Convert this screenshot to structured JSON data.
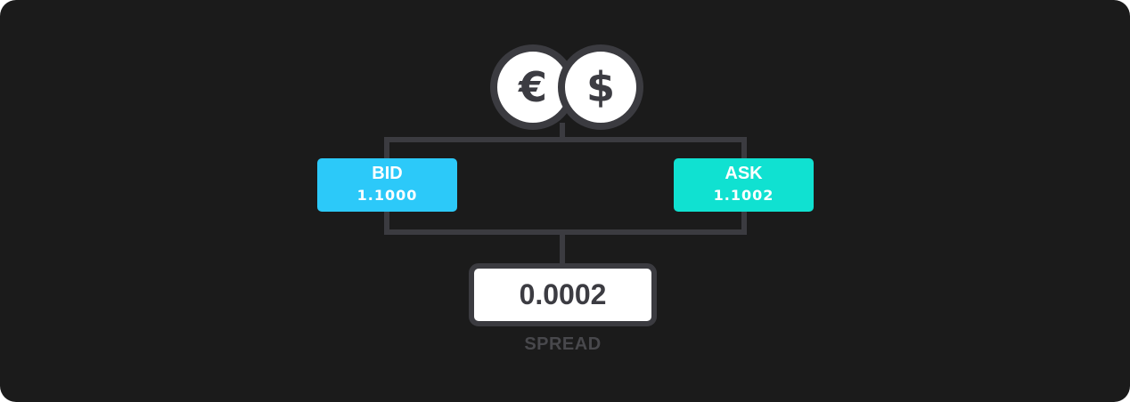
{
  "currency_pair": {
    "base_symbol": "€",
    "base_icon": "euro-icon",
    "quote_symbol": "$",
    "quote_icon": "dollar-icon"
  },
  "bid": {
    "label": "BID",
    "price": "1.1000"
  },
  "ask": {
    "label": "ASK",
    "price": "1.1002"
  },
  "spread": {
    "value": "0.0002",
    "label": "SPREAD"
  },
  "colors": {
    "background": "#1b1b1b",
    "connector": "#3b3b40",
    "bid_box": "#2cc9f9",
    "ask_box": "#10e1d1",
    "text_dark": "#3c3c42",
    "label_muted": "#48484c"
  }
}
